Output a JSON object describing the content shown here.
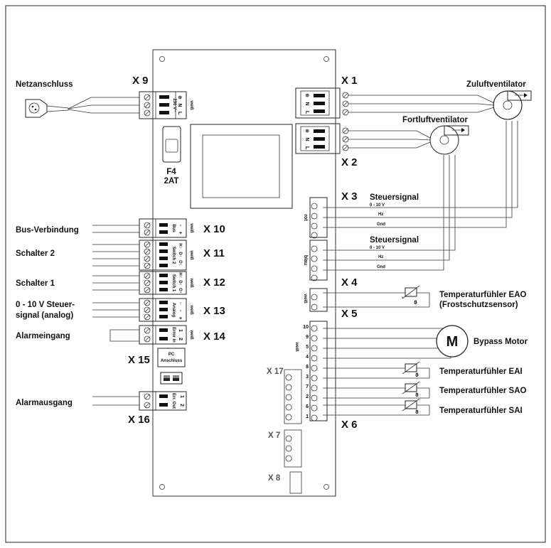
{
  "terminals": {
    "x9": "X 9",
    "x1": "X 1",
    "x2": "X 2",
    "x3": "X 3",
    "x4": "X 4",
    "x5": "X 5",
    "x6": "X 6",
    "x7": "X 7",
    "x8": "X 8",
    "x10": "X 10",
    "x11": "X 11",
    "x12": "X 12",
    "x13": "X 13",
    "x14": "X 14",
    "x15": "X 15",
    "x16": "X 16",
    "x17": "X 17"
  },
  "left_labels": {
    "netzanschluss": "Netzanschluss",
    "bus": "Bus-Verbindung",
    "schalter2": "Schalter 2",
    "schalter1": "Schalter 1",
    "steuer_line1": "0 - 10 V Steuer-",
    "steuer_line2": "signal (analog)",
    "alarmeingang": "Alarmeingang",
    "alarmausgang": "Alarmausgang"
  },
  "fuse": {
    "name": "F4",
    "rating": "2AT"
  },
  "pc": {
    "line1": "PC",
    "line2": "Anschluss"
  },
  "fans": {
    "zuluft": "Zuluftventilator",
    "fortluft": "Fortluftventilator"
  },
  "steuersignal": {
    "title": "Steuersignal",
    "voltage": "0 - 10 V",
    "hz": "Hz",
    "gnd": "Gnd"
  },
  "colors_text": {
    "rot": "rot",
    "blau": "blau",
    "weiss": "weiß"
  },
  "x9_pins": {
    "pe": "⊕",
    "n": "N",
    "l": "L",
    "voltage": "230 V~"
  },
  "x1_pins": {
    "pe": "⊕",
    "n": "N",
    "l": "L"
  },
  "x2_pins": {
    "pe": "⊕",
    "n": "N",
    "l": "L"
  },
  "connector_pins": {
    "bus": {
      "name": "Bus",
      "minus": "-",
      "plus": "+"
    },
    "switch2": {
      "name": "Switch 2",
      "a": "H↑",
      "b": "D↑",
      "c": "O↑"
    },
    "switch1": {
      "name": "Switch 1",
      "a": "H↑",
      "b": "D↑",
      "c": "O↑"
    },
    "analog": {
      "name": "Analog",
      "a": "↑",
      "minus": "-",
      "plus": "+"
    },
    "errorin": {
      "name": "Error In",
      "one": "1",
      "two": "2"
    },
    "errout": {
      "name": "Err. Out",
      "one": "1",
      "two": "2"
    }
  },
  "motor": {
    "symbol": "M",
    "name": "Bypass Motor"
  },
  "sensors": {
    "eao_line1": "Temperaturfühler EAO",
    "eao_line2": "(Frostschutzsensor)",
    "eai": "Temperaturfühler EAI",
    "sao": "Temperaturfühler SAO",
    "sai": "Temperaturfühler SAI",
    "theta": "ϑ"
  },
  "x5_pin_numbers": [
    "10",
    "9",
    "5",
    "4",
    "8",
    "3",
    "7",
    "2",
    "6",
    "1"
  ]
}
